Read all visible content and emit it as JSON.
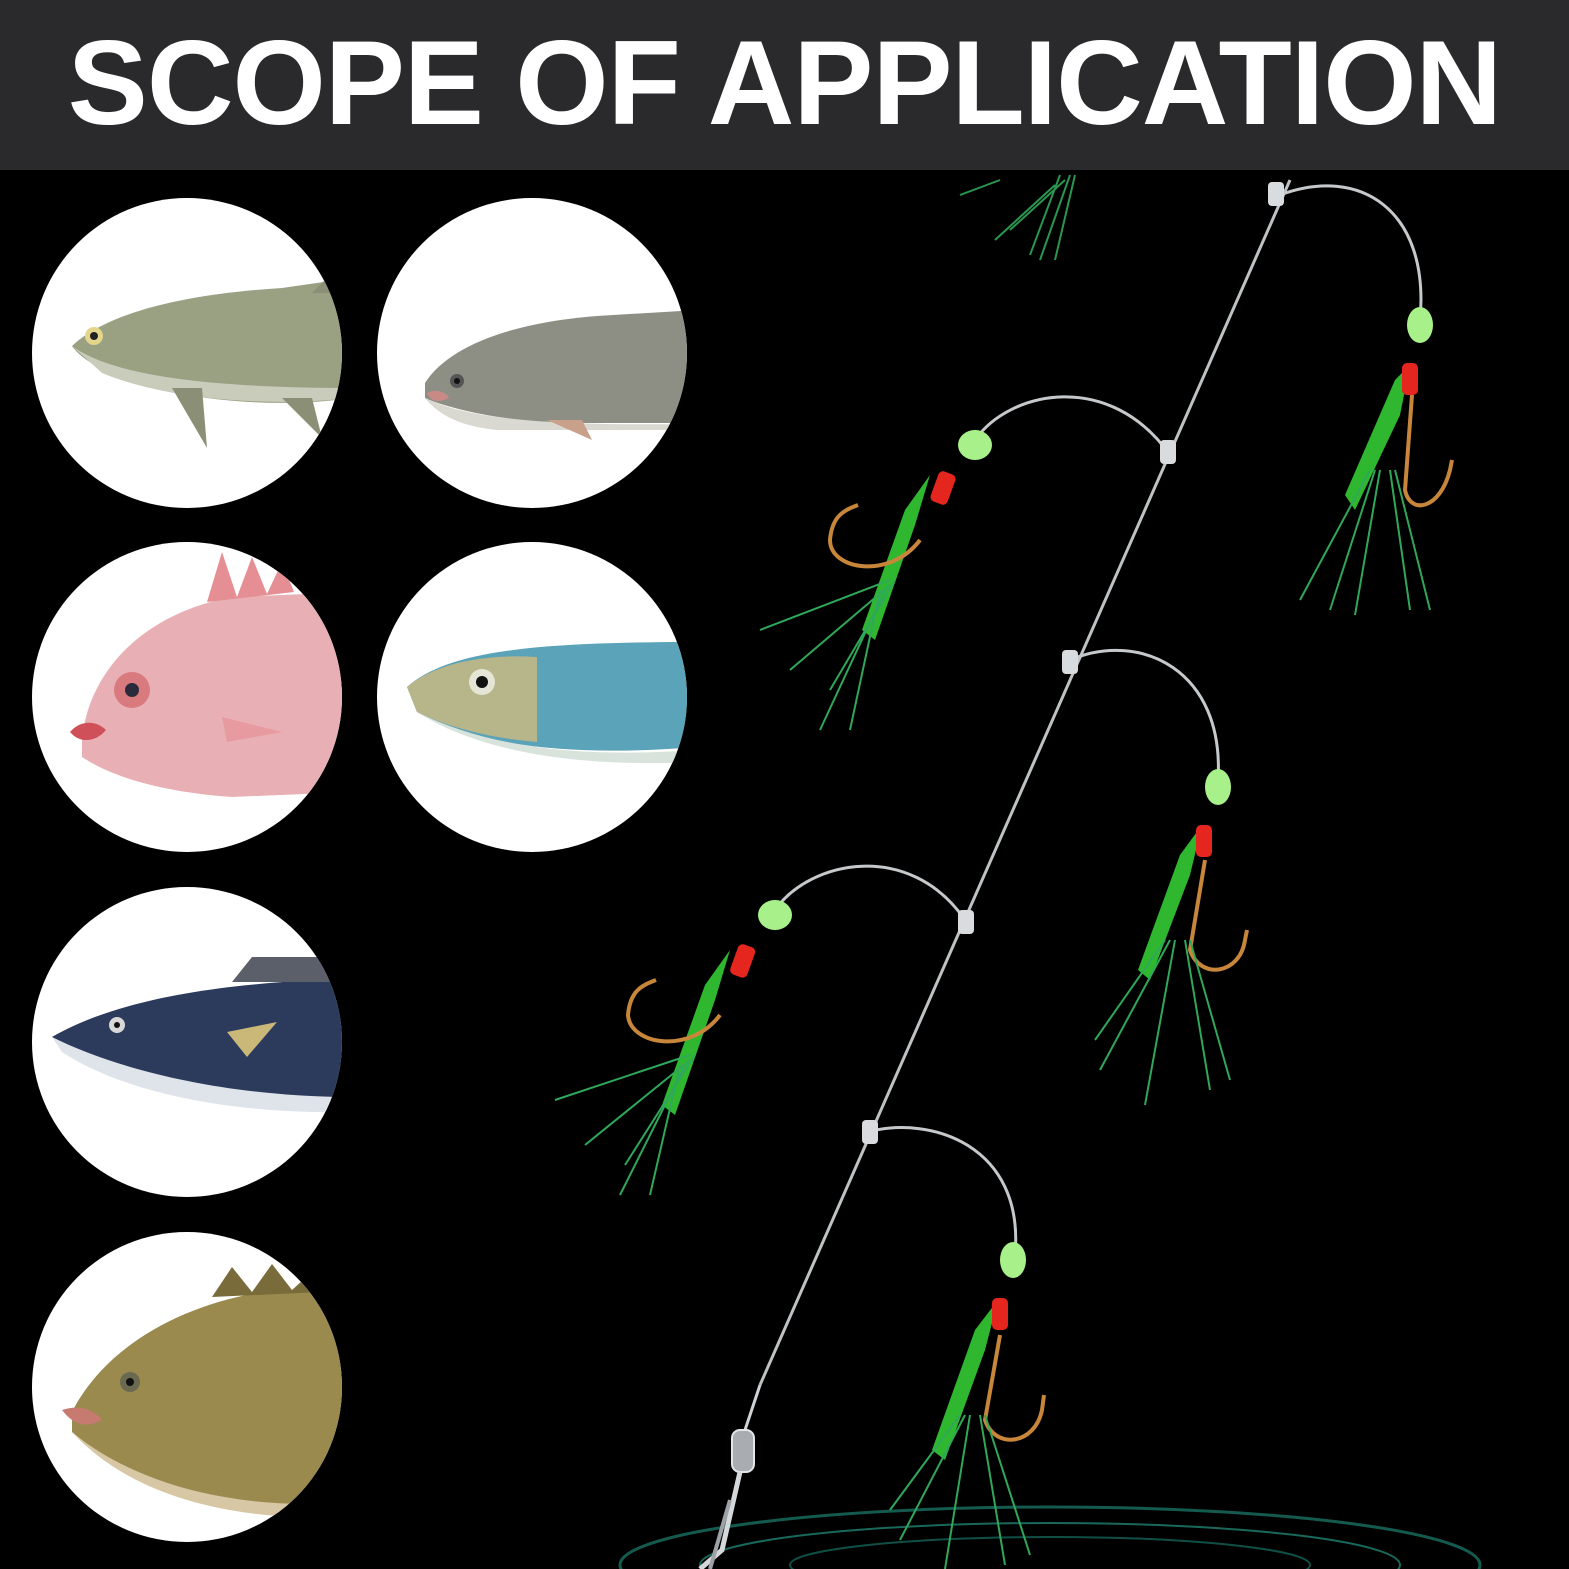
{
  "header": {
    "title": "SCOPE OF APPLICATION"
  },
  "colors": {
    "header_bg": "#2a2a2c",
    "background": "#000000",
    "title_text": "#ffffff",
    "bead": "#a8f08a",
    "lure_green": "#2fb82f",
    "hook": "#c8863a",
    "lure_red": "#e5261e"
  },
  "fish_circles": [
    {
      "name": "silver-fish-photo"
    },
    {
      "name": "grey-fish-photo"
    },
    {
      "name": "red-snapper-photo"
    },
    {
      "name": "blue-fish-photo"
    },
    {
      "name": "mackerel-photo"
    },
    {
      "name": "bass-photo"
    }
  ]
}
